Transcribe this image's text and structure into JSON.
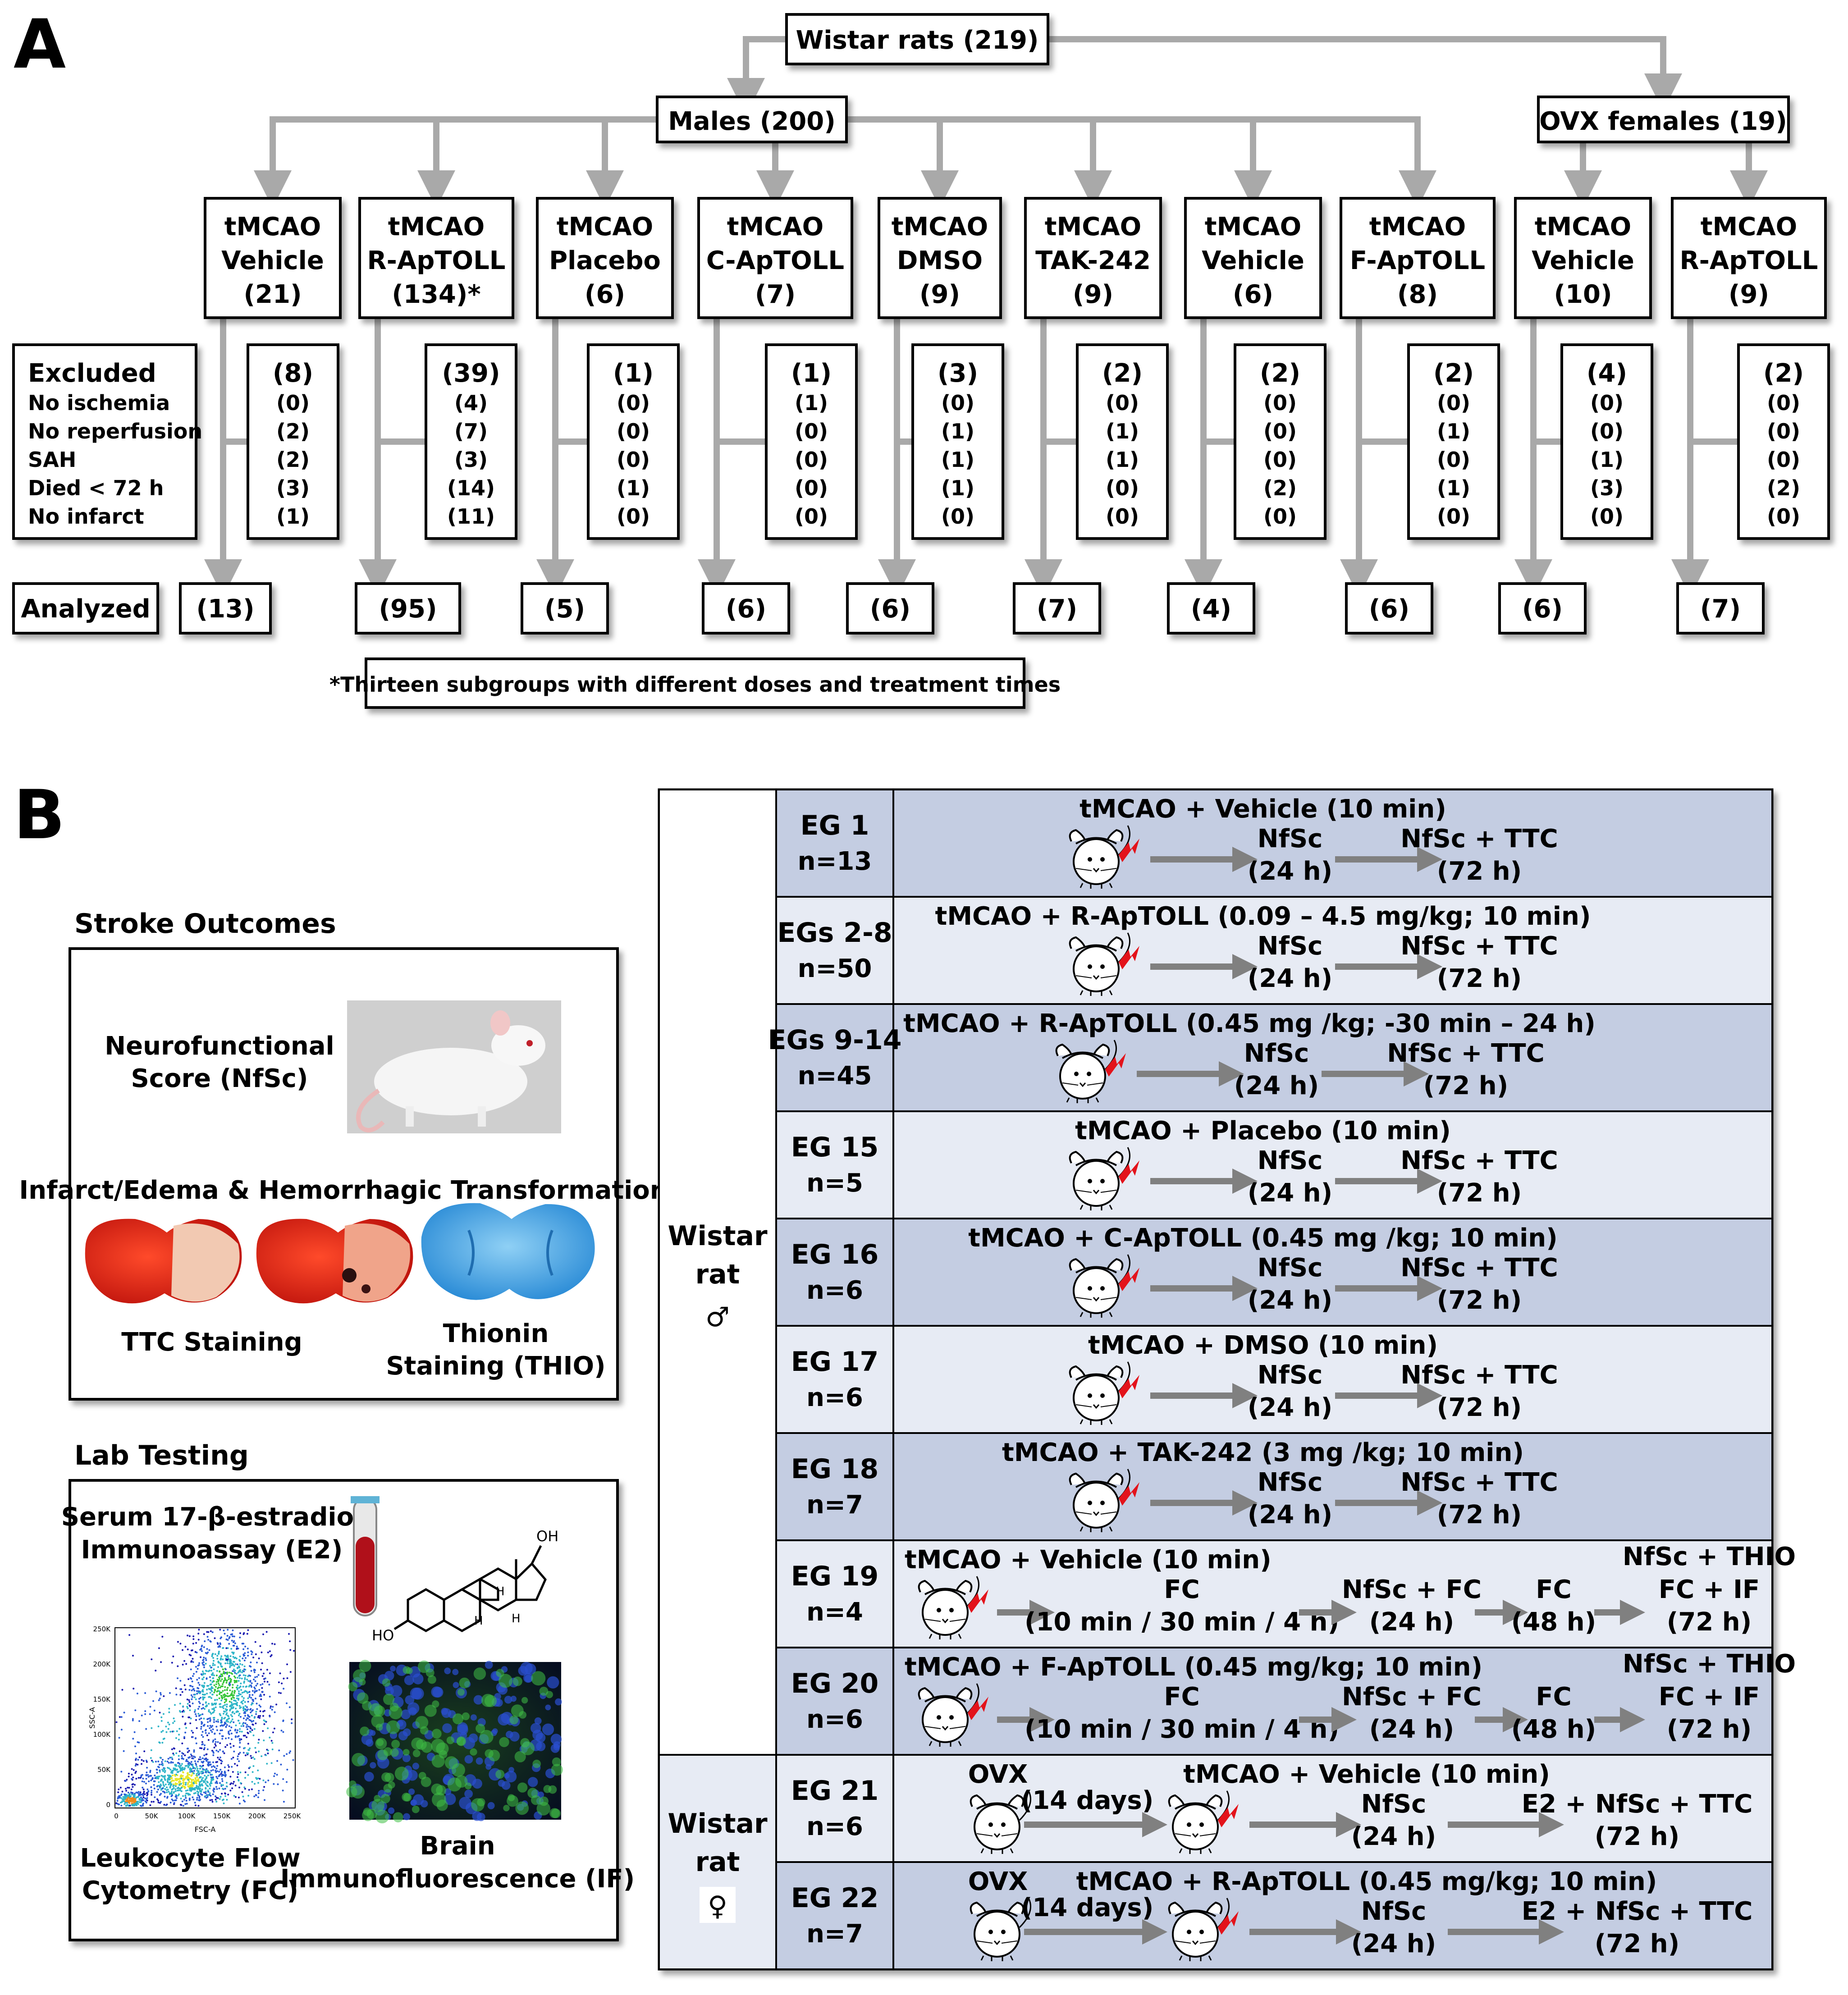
{
  "panel_a": {
    "label": "A",
    "root": "Wistar rats (219)",
    "males": "Males (200)",
    "females": "OVX females (19)",
    "groups": [
      {
        "l1": "tMCAO",
        "l2": "Vehicle",
        "l3": "(21)",
        "excl": [
          "(8)",
          "(0)",
          "(2)",
          "(2)",
          "(3)",
          "(1)"
        ],
        "analyzed": "(13)"
      },
      {
        "l1": "tMCAO",
        "l2": "R-ApTOLL",
        "l3": "(134)*",
        "excl": [
          "(39)",
          "(4)",
          "(7)",
          "(3)",
          "(14)",
          "(11)"
        ],
        "analyzed": "(95)"
      },
      {
        "l1": "tMCAO",
        "l2": "Placebo",
        "l3": "(6)",
        "excl": [
          "(1)",
          "(0)",
          "(0)",
          "(0)",
          "(1)",
          "(0)"
        ],
        "analyzed": "(5)"
      },
      {
        "l1": "tMCAO",
        "l2": "C-ApTOLL",
        "l3": "(7)",
        "excl": [
          "(1)",
          "(1)",
          "(0)",
          "(0)",
          "(0)",
          "(0)"
        ],
        "analyzed": "(6)"
      },
      {
        "l1": "tMCAO",
        "l2": "DMSO",
        "l3": "(9)",
        "excl": [
          "(3)",
          "(0)",
          "(1)",
          "(1)",
          "(1)",
          "(0)"
        ],
        "analyzed": "(6)"
      },
      {
        "l1": "tMCAO",
        "l2": "TAK-242",
        "l3": "(9)",
        "excl": [
          "(2)",
          "(0)",
          "(1)",
          "(1)",
          "(0)",
          "(0)"
        ],
        "analyzed": "(7)"
      },
      {
        "l1": "tMCAO",
        "l2": "Vehicle",
        "l3": "(6)",
        "excl": [
          "(2)",
          "(0)",
          "(0)",
          "(0)",
          "(2)",
          "(0)"
        ],
        "analyzed": "(4)"
      },
      {
        "l1": "tMCAO",
        "l2": "F-ApTOLL",
        "l3": "(8)",
        "excl": [
          "(2)",
          "(0)",
          "(1)",
          "(0)",
          "(1)",
          "(0)"
        ],
        "analyzed": "(6)"
      },
      {
        "l1": "tMCAO",
        "l2": "Vehicle",
        "l3": "(10)",
        "excl": [
          "(4)",
          "(0)",
          "(0)",
          "(1)",
          "(3)",
          "(0)"
        ],
        "analyzed": "(6)"
      },
      {
        "l1": "tMCAO",
        "l2": "R-ApTOLL",
        "l3": "(9)",
        "excl": [
          "(2)",
          "(0)",
          "(0)",
          "(0)",
          "(2)",
          "(0)"
        ],
        "analyzed": "(7)"
      }
    ],
    "excluded_labels": [
      "Excluded",
      "No ischemia",
      "No reperfusion",
      "SAH",
      "Died < 72 h",
      "No infarct"
    ],
    "analyzed_label": "Analyzed",
    "footnote": "*Thirteen subgroups with different doses and treatment times"
  },
  "panel_b": {
    "label": "B",
    "stroke_outcomes": {
      "title": "Stroke Outcomes",
      "nfsc": [
        "Neurofunctional",
        "Score (NfSc)"
      ],
      "infarct": "Infarct/Edema & Hemorrhagic Transformation",
      "ttc": "TTC Staining",
      "thio": [
        "Thionin",
        "Staining (THIO)"
      ]
    },
    "lab_testing": {
      "title": "Lab Testing",
      "serum": [
        "Serum 17-β-estradiol",
        "Immunoassay (E2)"
      ],
      "flow": [
        "Leukocyte Flow",
        "Cytometry (FC)"
      ],
      "brain": [
        "Brain",
        "Immunofluorescence (IF)"
      ],
      "ho": "HO",
      "oh": "OH",
      "h": "H",
      "facs_axes": {
        "x": "FSC-A",
        "y": "SSC-A",
        "ticks": [
          "0",
          "50K",
          "100K",
          "150K",
          "200K",
          "250K"
        ]
      }
    },
    "male_label": [
      "Wistar",
      "rat",
      "♂"
    ],
    "female_label": [
      "Wistar",
      "rat",
      "♀"
    ],
    "colors": {
      "row_dark": "#c4cde2",
      "row_light": "#e7ebf4",
      "ttc_red": "#e8251b",
      "thio_blue": "#4ea8e0"
    },
    "rows": [
      {
        "eg": "EG 1",
        "n": "n=13",
        "title": "tMCAO + Vehicle (10 min)",
        "s1": [
          "NfSc",
          "(24 h)"
        ],
        "s2": [
          "NfSc + TTC",
          "(72 h)"
        ]
      },
      {
        "eg": "EGs 2-8",
        "n": "n=50",
        "title": "tMCAO + R-ApTOLL (0.09 – 4.5 mg/kg; 10 min)",
        "s1": [
          "NfSc",
          "(24 h)"
        ],
        "s2": [
          "NfSc + TTC",
          "(72 h)"
        ]
      },
      {
        "eg": "EGs 9-14",
        "n": "n=45",
        "title": "tMCAO + R-ApTOLL (0.45 mg /kg; -30 min – 24 h)",
        "s1": [
          "NfSc",
          "(24 h)"
        ],
        "s2": [
          "NfSc + TTC",
          "(72 h)"
        ]
      },
      {
        "eg": "EG 15",
        "n": "n=5",
        "title": "tMCAO + Placebo (10 min)",
        "s1": [
          "NfSc",
          "(24 h)"
        ],
        "s2": [
          "NfSc + TTC",
          "(72 h)"
        ]
      },
      {
        "eg": "EG 16",
        "n": "n=6",
        "title": "tMCAO + C-ApTOLL (0.45 mg /kg; 10 min)",
        "s1": [
          "NfSc",
          "(24 h)"
        ],
        "s2": [
          "NfSc + TTC",
          "(72 h)"
        ]
      },
      {
        "eg": "EG 17",
        "n": "n=6",
        "title": "tMCAO + DMSO (10 min)",
        "s1": [
          "NfSc",
          "(24 h)"
        ],
        "s2": [
          "NfSc + TTC",
          "(72 h)"
        ]
      },
      {
        "eg": "EG 18",
        "n": "n=7",
        "title": "tMCAO + TAK-242 (3 mg /kg; 10 min)",
        "s1": [
          "NfSc",
          "(24 h)"
        ],
        "s2": [
          "NfSc + TTC",
          "(72 h)"
        ]
      },
      {
        "eg": "EG 19",
        "n": "n=4",
        "title": "tMCAO + Vehicle (10 min)",
        "s1": [
          "FC",
          "(10 min / 30 min / 4 h)"
        ],
        "s2": [
          "NfSc + FC",
          "(24 h)"
        ],
        "s3": [
          "FC",
          "(48 h)"
        ],
        "s4": [
          "NfSc + THIO",
          "FC + IF",
          "(72 h)"
        ]
      },
      {
        "eg": "EG 20",
        "n": "n=6",
        "title": "tMCAO + F-ApTOLL (0.45 mg/kg; 10 min)",
        "s1": [
          "FC",
          "(10 min / 30 min / 4 h)"
        ],
        "s2": [
          "NfSc + FC",
          "(24 h)"
        ],
        "s3": [
          "FC",
          "(48 h)"
        ],
        "s4": [
          "NfSc + THIO",
          "FC + IF",
          "(72 h)"
        ]
      },
      {
        "eg": "EG 21",
        "n": "n=6",
        "ovx": "OVX",
        "days": "(14 days)",
        "title": "tMCAO + Vehicle (10 min)",
        "s1": [
          "NfSc",
          "(24 h)"
        ],
        "s2": [
          "E2 + NfSc + TTC",
          "(72 h)"
        ]
      },
      {
        "eg": "EG 22",
        "n": "n=7",
        "ovx": "OVX",
        "days": "(14 days)",
        "title": "tMCAO + R-ApTOLL (0.45 mg/kg; 10 min)",
        "s1": [
          "NfSc",
          "(24 h)"
        ],
        "s2": [
          "E2 + NfSc + TTC",
          "(72 h)"
        ]
      }
    ]
  }
}
